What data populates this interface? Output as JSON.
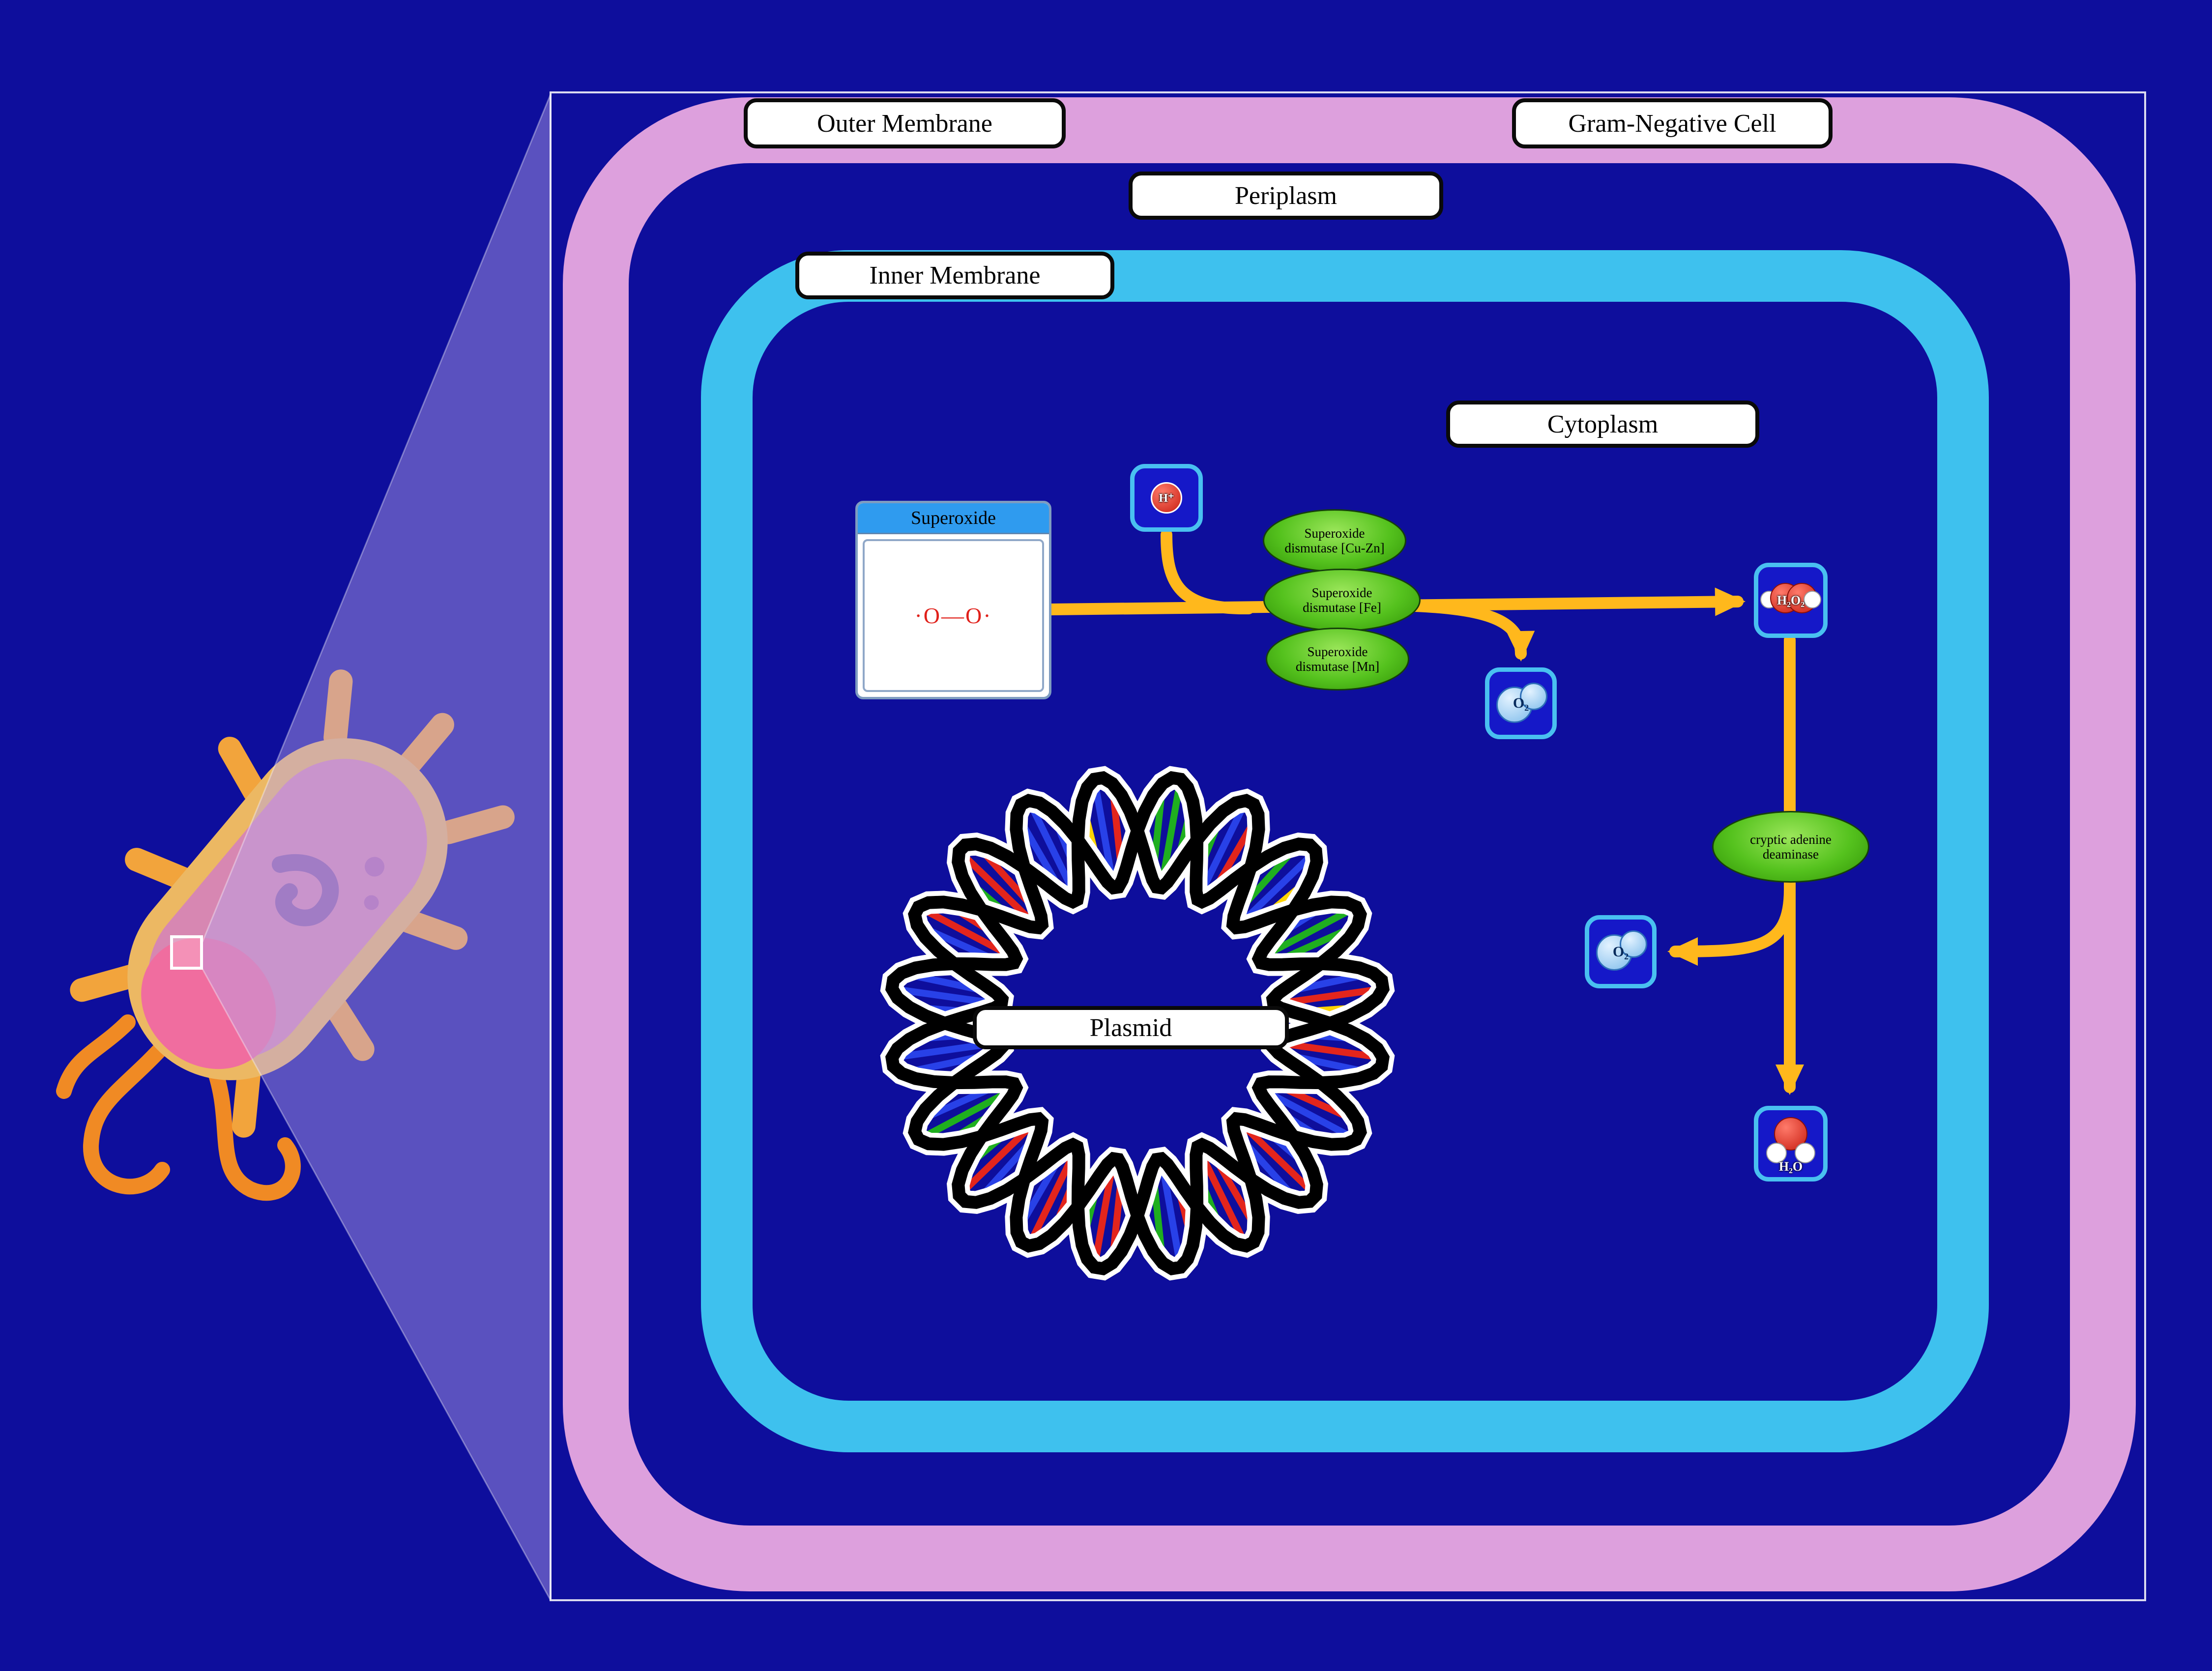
{
  "scene": {
    "background": "#0E0E9C"
  },
  "cell": {
    "outer_membrane_label": "Outer Membrane",
    "cell_type_label": "Gram-Negative Cell",
    "periplasm_label": "Periplasm",
    "inner_membrane_label": "Inner Membrane",
    "cytoplasm_label": "Cytoplasm",
    "plasmid_label": "Plasmid"
  },
  "substrate_panel": {
    "title": "Superoxide",
    "structure": "·O—O·"
  },
  "enzymes": [
    {
      "line1": "Superoxide",
      "line2": "dismutase [Cu-Zn]"
    },
    {
      "line1": "Superoxide",
      "line2": "dismutase [Fe]"
    },
    {
      "line1": "Superoxide",
      "line2": "dismutase [Mn]"
    },
    {
      "line1": "cryptic adenine",
      "line2": "deaminase"
    }
  ],
  "metabolites": {
    "h_plus": "H⁺",
    "o2_a": "O₂",
    "h2o2": "H₂O₂",
    "o2_b": "O₂",
    "h2o": "H₂O"
  },
  "colors": {
    "outer_membrane": "#DDA0DD",
    "inner_membrane": "#3EC1EE",
    "arrow": "#FFB81C",
    "enzyme_green": "#55C21E",
    "label_background": "#FFFFFF",
    "panel_header_blue": "#2F9BEF",
    "structure_red": "#E0201A",
    "dna_strand": "#000000",
    "dna_outline": "#FFFFFF"
  },
  "plasmid_graphic": {
    "waves": 10,
    "rung_colors": [
      "#2841E8",
      "#E3251C",
      "#1FAF1F",
      "#FFD400",
      "#2841E8",
      "#E3251C",
      "#2841E8",
      "#1FAF1F"
    ]
  }
}
